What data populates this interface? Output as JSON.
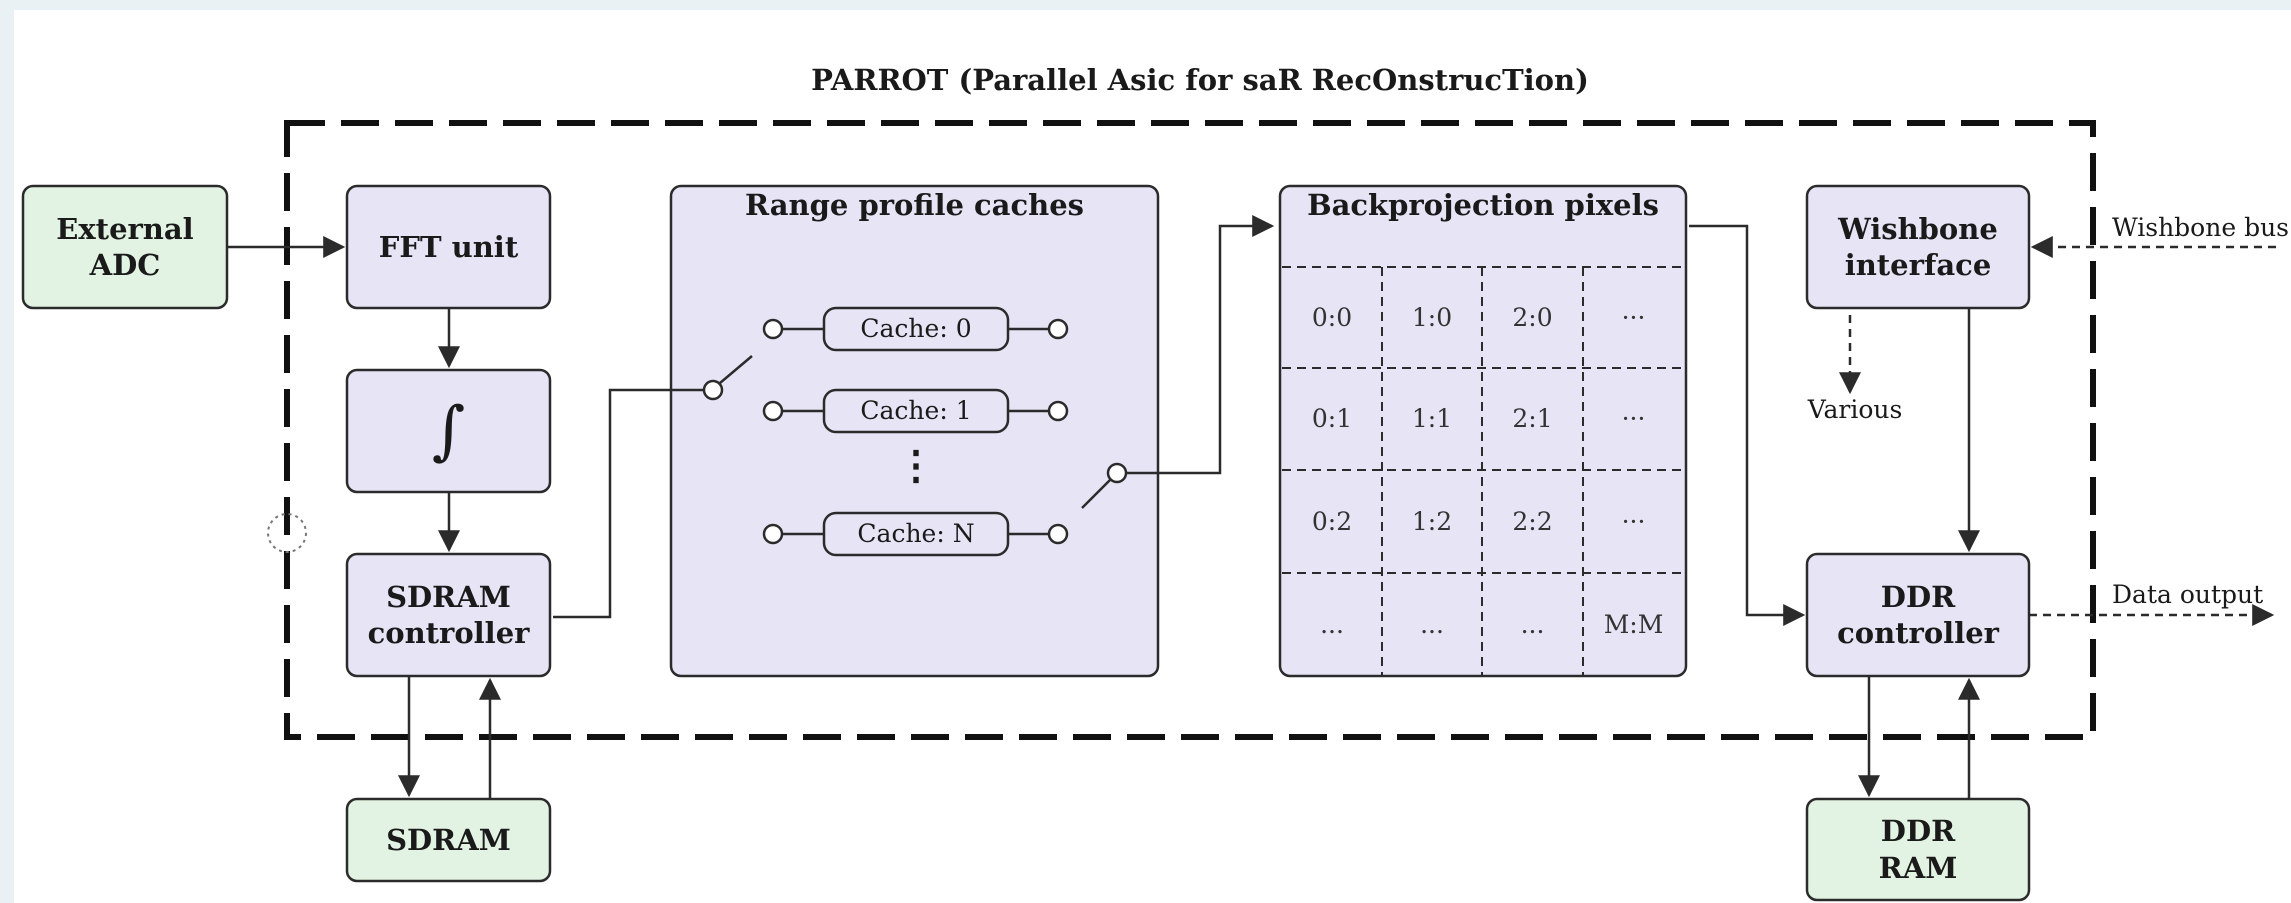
{
  "title": "PARROT (Parallel Asic for saR RecOnstrucTion)",
  "colors": {
    "block_fill": "#e6e4f5",
    "external_fill": "#e3f3e3",
    "stroke": "#2b2b2b",
    "background": "#ffffff"
  },
  "blocks": {
    "external_adc": "External ADC",
    "fft_unit": "FFT unit",
    "integrator": "∫",
    "sdram_controller": "SDRAM controller",
    "sdram": "SDRAM",
    "range_profile_caches": "Range profile caches",
    "backprojection_pixels": "Backprojection pixels",
    "wishbone_interface": "Wishbone interface",
    "ddr_controller": "DDR controller",
    "ddr_ram": "DDR RAM"
  },
  "caches": [
    "Cache: 0",
    "Cache: 1",
    "Cache: N"
  ],
  "cache_ellipsis": "⋮",
  "pixel_grid": [
    [
      "0:0",
      "1:0",
      "2:0",
      "···"
    ],
    [
      "0:1",
      "1:1",
      "2:1",
      "···"
    ],
    [
      "0:2",
      "1:2",
      "2:2",
      "···"
    ],
    [
      "...",
      "...",
      "...",
      "M:M"
    ]
  ],
  "signals": {
    "wishbone_bus": "Wishbone bus",
    "various": "Various",
    "data_output": "Data output"
  }
}
